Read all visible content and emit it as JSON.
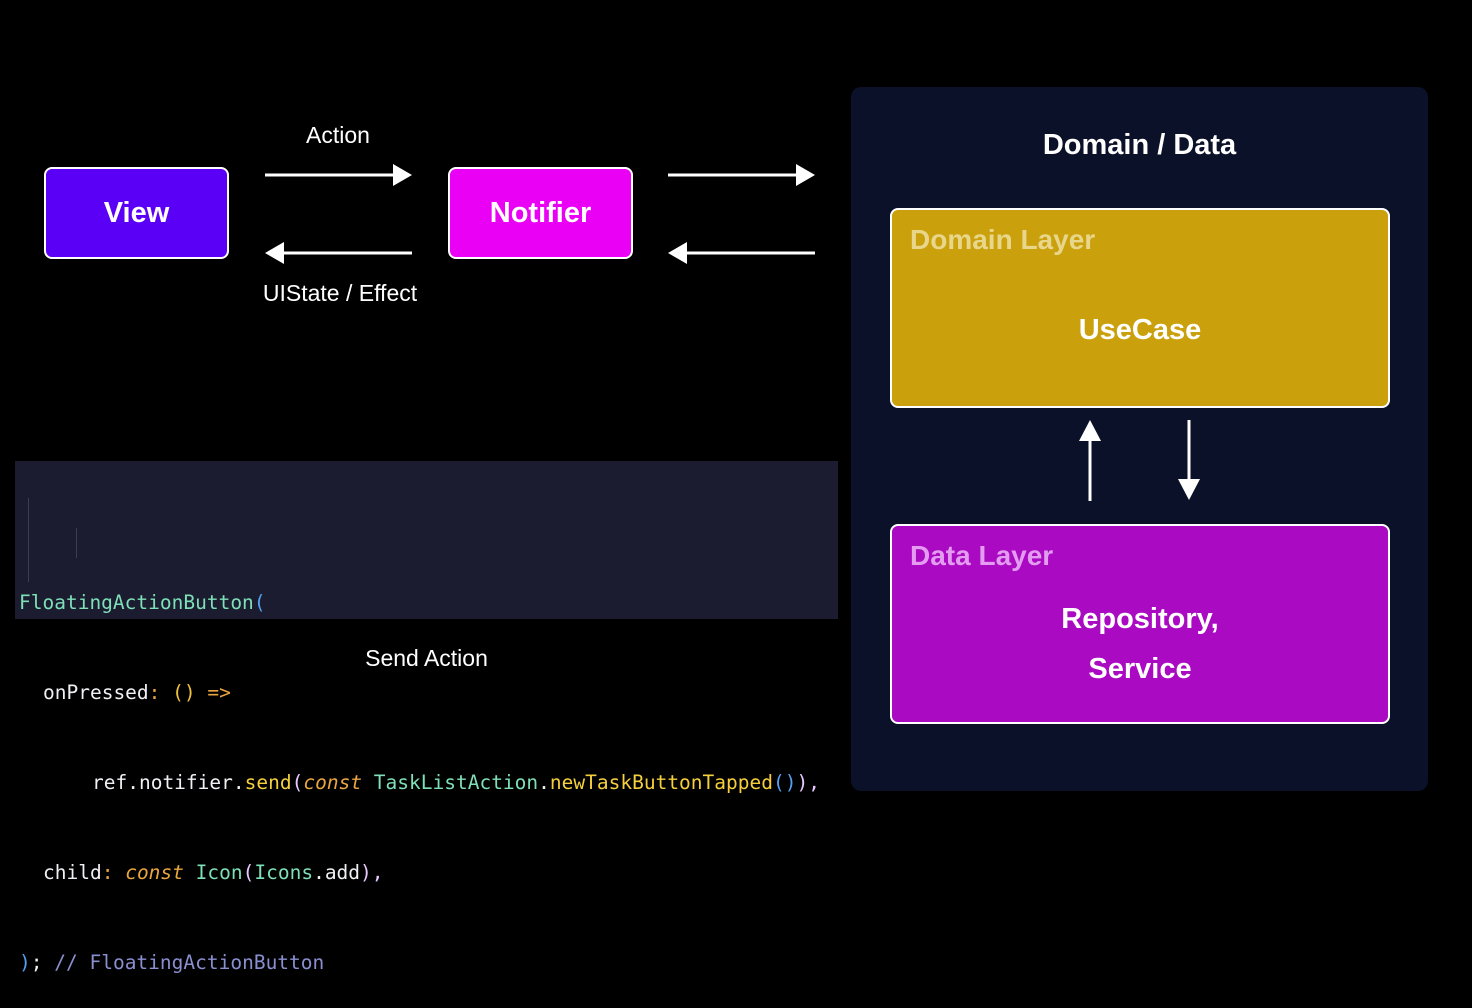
{
  "flow": {
    "view_label": "View",
    "notifier_label": "Notifier",
    "action_label": "Action",
    "uistate_label": "UIState / Effect"
  },
  "domain_panel": {
    "title": "Domain / Data",
    "domain_layer": {
      "title": "Domain Layer",
      "body": "UseCase"
    },
    "data_layer": {
      "title": "Data Layer",
      "body_line1": "Repository,",
      "body_line2": "Service"
    }
  },
  "code": {
    "l1_class": "FloatingActionButton",
    "l1_paren": "(",
    "l2_key": "onPressed",
    "l2_colon": ":",
    "l2_parens": "()",
    "l2_arrow": "=>",
    "l3_ref": "ref.notifier.",
    "l3_send": "send",
    "l3_open": "(",
    "l3_const": "const",
    "l3_class": "TaskListAction",
    "l3_dot": ".",
    "l3_method": "newTaskButtonTapped",
    "l3_inner": "()",
    "l3_close": "),",
    "l4_key": "child",
    "l4_colon": ":",
    "l4_const": "const",
    "l4_icon": "Icon",
    "l4_open": "(",
    "l4_icons": "Icons",
    "l4_add": ".add",
    "l4_close": "),",
    "l5_close": ")",
    "l5_semi": ";",
    "l5_comment": "// FloatingActionButton"
  },
  "caption": "Send Action",
  "colors": {
    "view": "#5b00f6",
    "notifier": "#ea00f5",
    "domain_layer": "#cba00d",
    "domain_title": "#e8d68a",
    "data_layer": "#a90ac2",
    "data_title": "#e39cf0",
    "panel": "#0b1129",
    "code_bg": "#1b1c2f"
  }
}
